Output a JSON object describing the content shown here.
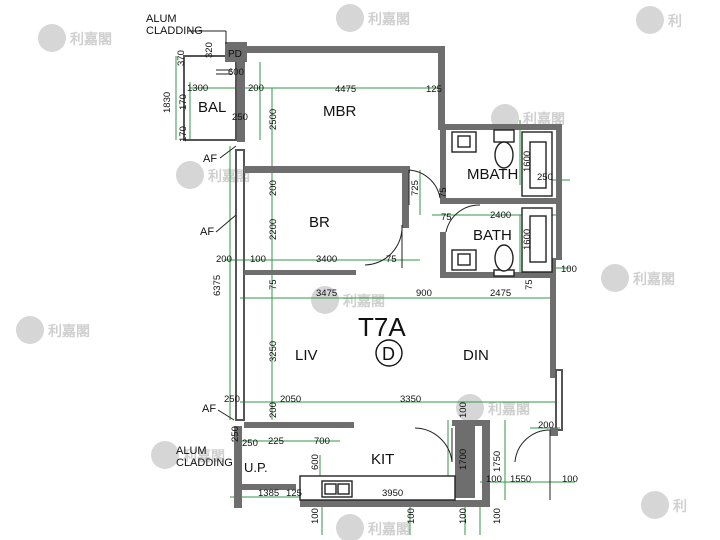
{
  "unit": {
    "name": "T7A",
    "flat": "D"
  },
  "rooms": {
    "mbr": "MBR",
    "br": "BR",
    "mbath": "MBATH",
    "bath": "BATH",
    "liv": "LIV",
    "din": "DIN",
    "kit": "KIT",
    "bal": "BAL",
    "pd": "PD",
    "up": "U.P."
  },
  "labels": {
    "alum_cladding_1": "ALUM\nCLADDING",
    "alum_cladding_2": "ALUM\nCLADDING",
    "af_1": "AF",
    "af_2": "AF",
    "af_3": "AF"
  },
  "dimensions": [
    "370",
    "320",
    "600",
    "200",
    "1300",
    "4475",
    "125",
    "1830",
    "170",
    "2500",
    "250",
    "170",
    "725",
    "1600",
    "250",
    "200",
    "75",
    "2400",
    "2200",
    "75",
    "1600",
    "200",
    "100",
    "3400",
    "75",
    "100",
    "6375",
    "75",
    "3475",
    "900",
    "2475",
    "75",
    "3250",
    "250",
    "2050",
    "3350",
    "200",
    "100",
    "200",
    "250",
    "225",
    "700",
    "600",
    "1700",
    "1750",
    "250",
    "1385",
    "125",
    "3950",
    "100",
    "1550",
    "100",
    "100",
    "100",
    "100",
    "100"
  ]
}
